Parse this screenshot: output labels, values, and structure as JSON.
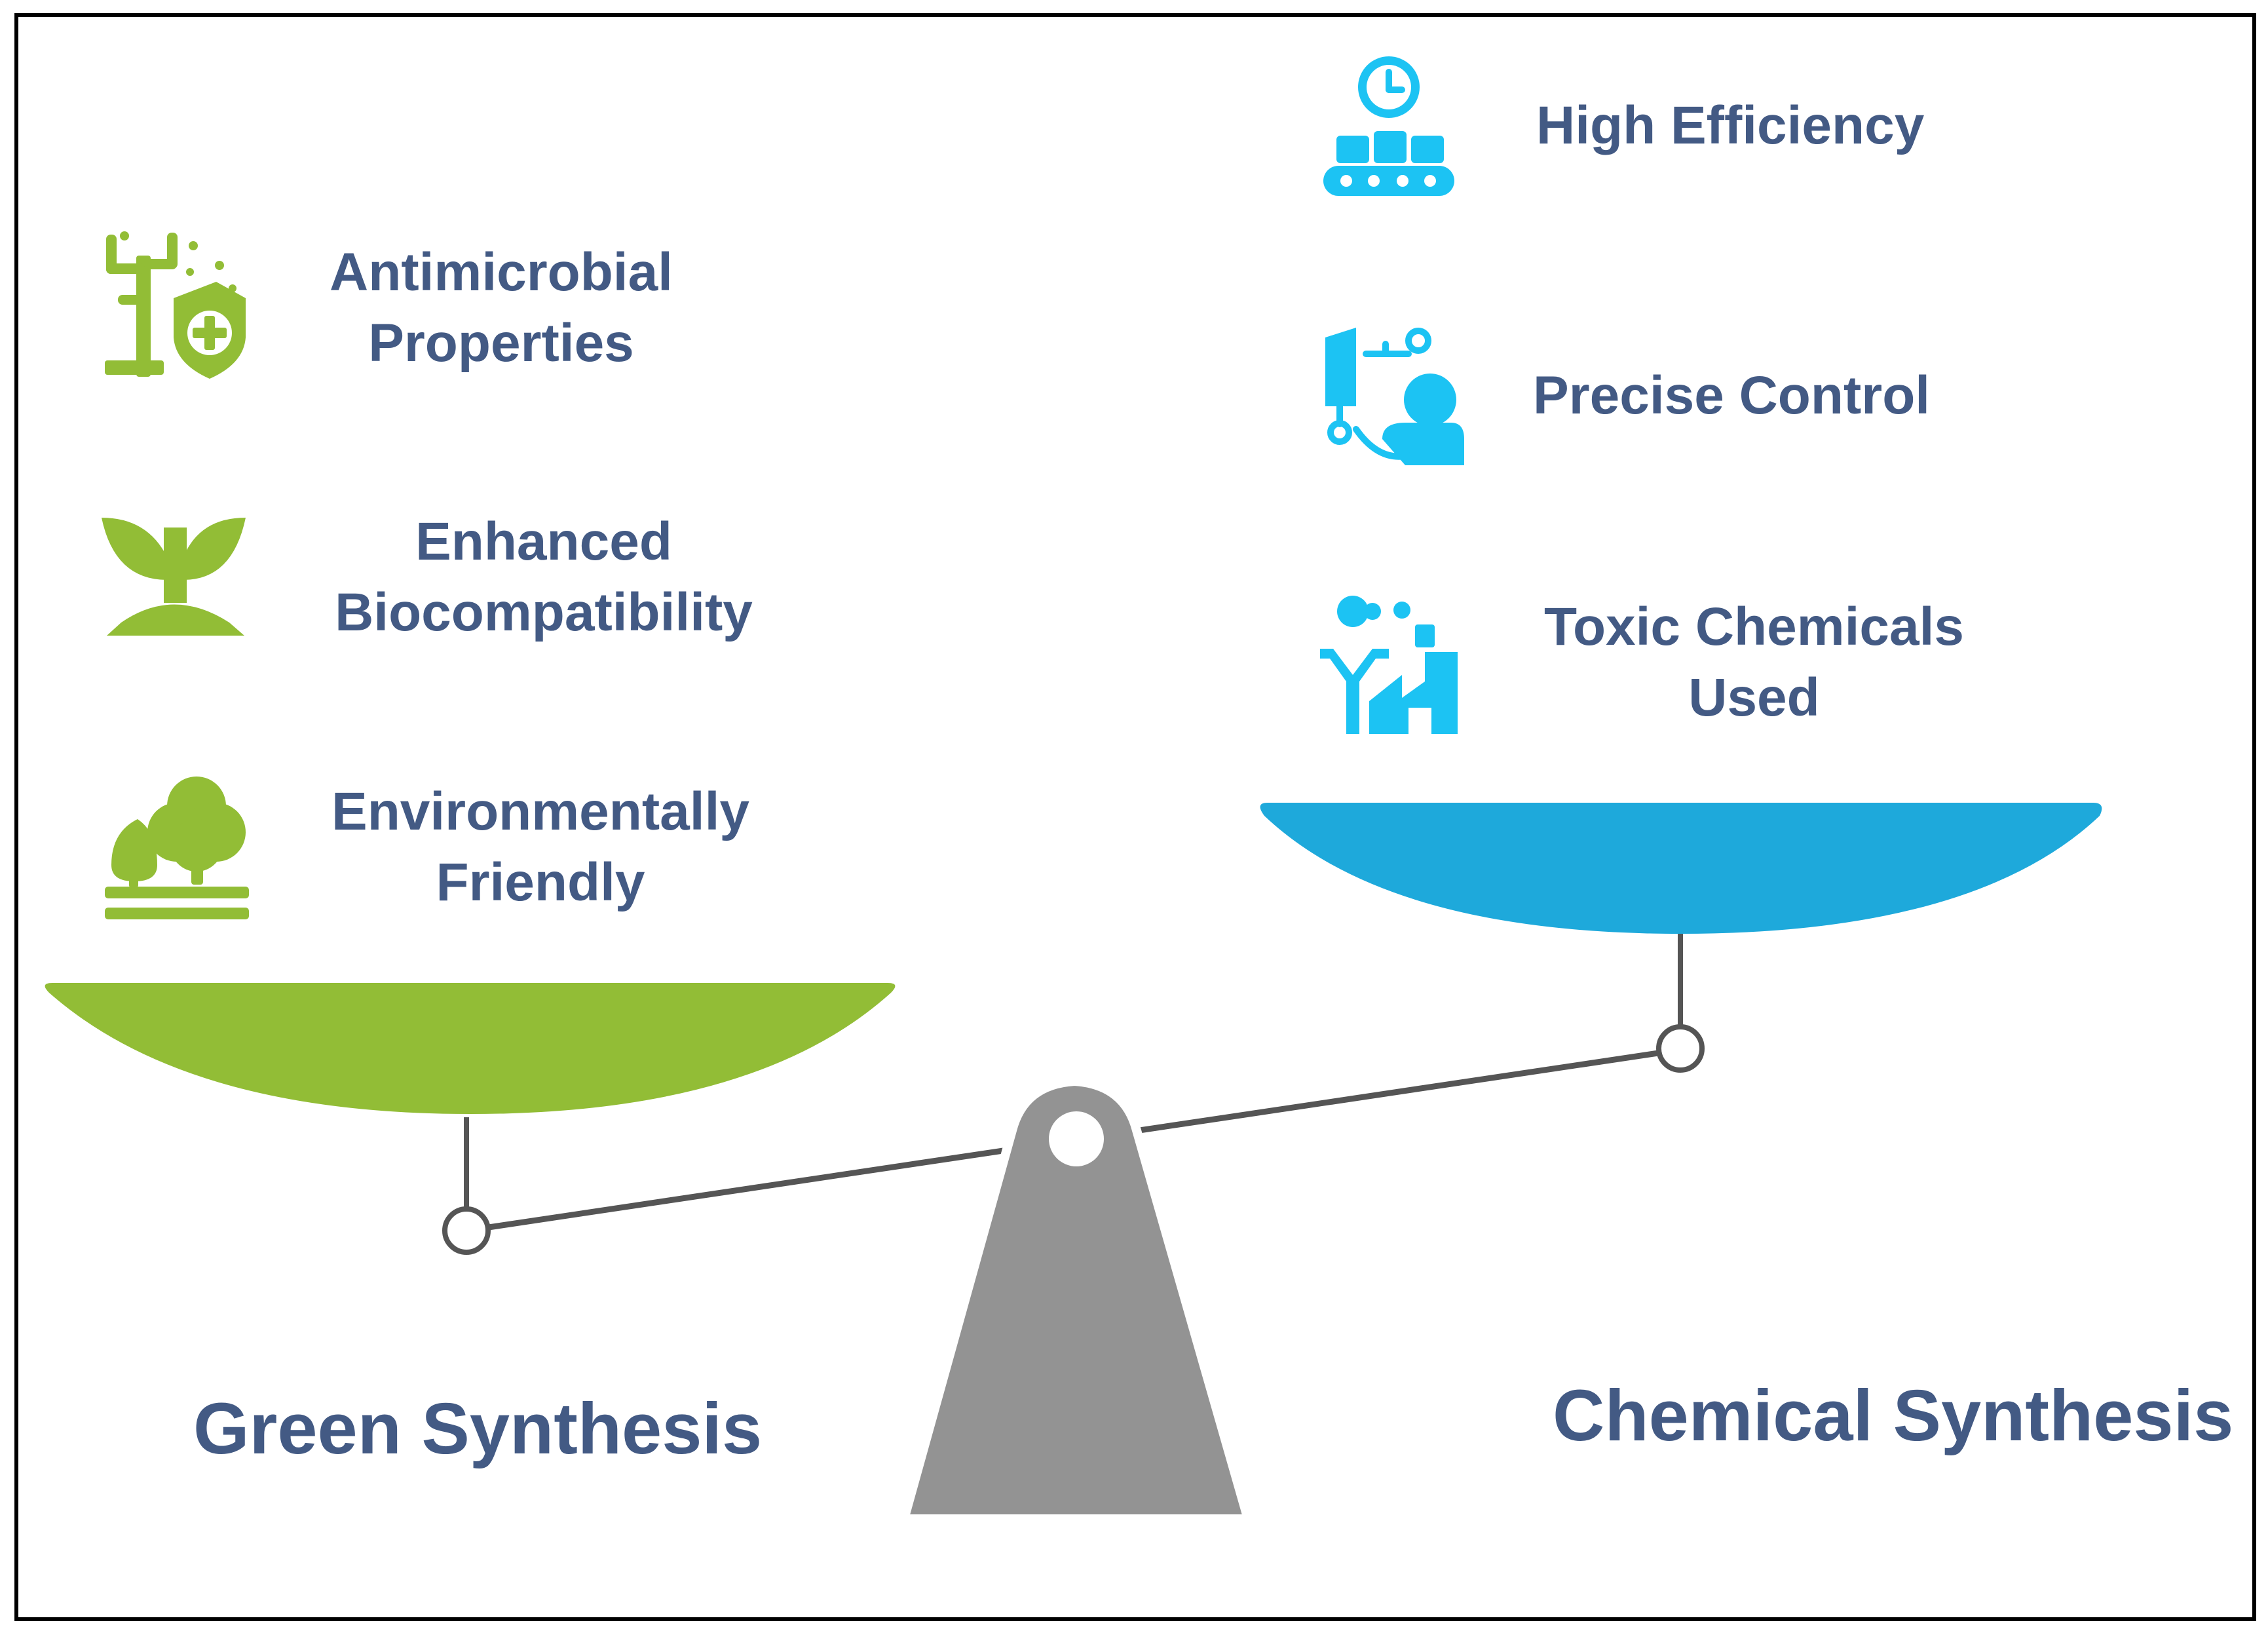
{
  "left_side": {
    "title": "Green Synthesis",
    "color": "#92bd36",
    "items": [
      {
        "label_lines": [
          "Antimicrobial",
          "Properties"
        ],
        "icon": "plant-shield-icon"
      },
      {
        "label_lines": [
          "Enhanced",
          "Biocompatibility"
        ],
        "icon": "sprout-icon"
      },
      {
        "label_lines": [
          "Environmentally",
          "Friendly"
        ],
        "icon": "trees-icon"
      }
    ]
  },
  "right_side": {
    "title": "Chemical Synthesis",
    "color": "#1ea9db",
    "icon_color": "#1cc3f3",
    "items": [
      {
        "label_lines": [
          "High Efficiency"
        ],
        "icon": "conveyor-clock-icon"
      },
      {
        "label_lines": [
          "Precise Control"
        ],
        "icon": "robot-arm-operator-icon"
      },
      {
        "label_lines": [
          "Toxic Chemicals",
          "Used"
        ],
        "icon": "factory-pollution-icon"
      }
    ]
  },
  "fulcrum_color": "#939393",
  "text_color": "#435a84"
}
